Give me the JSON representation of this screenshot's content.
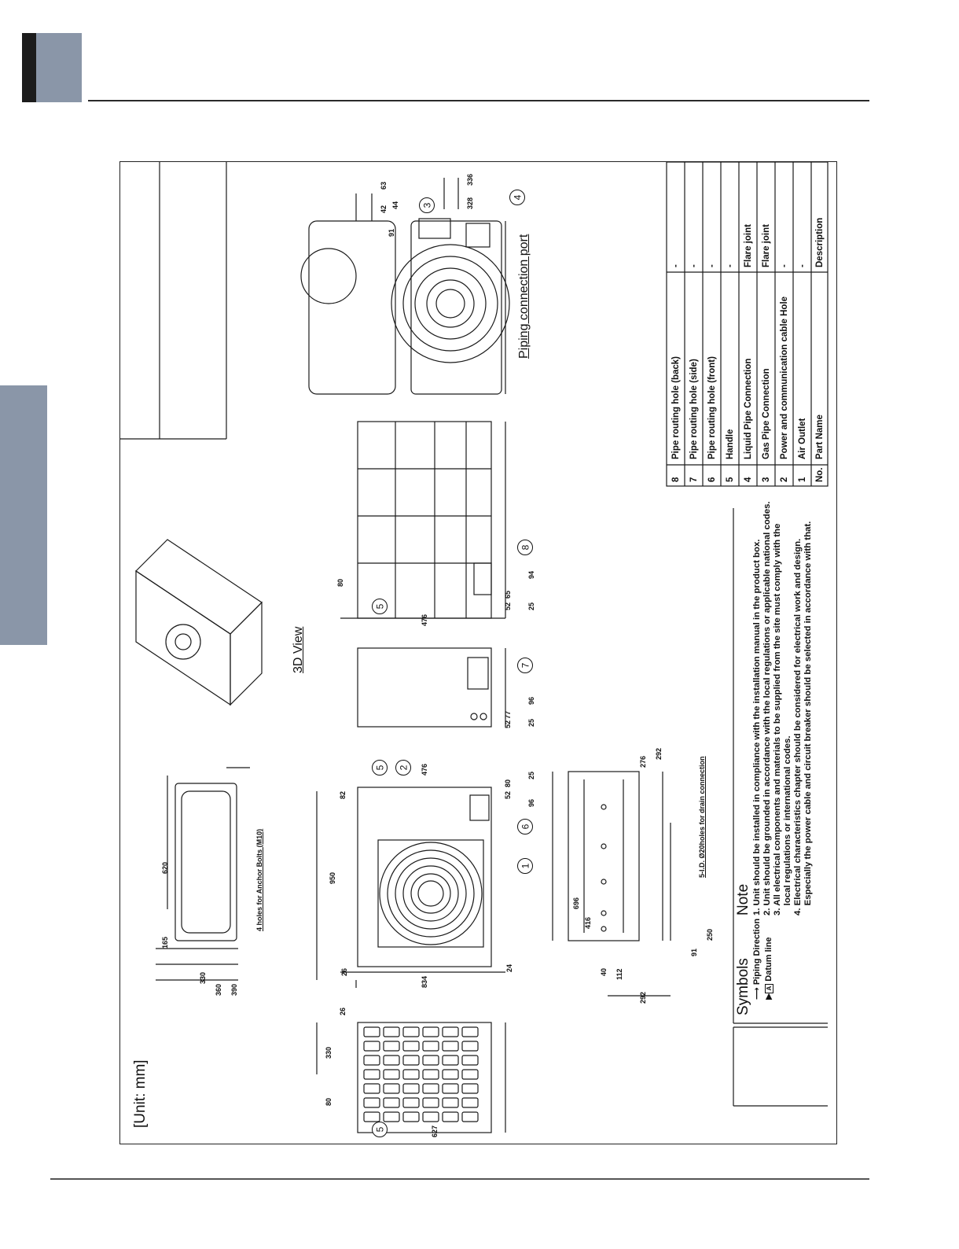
{
  "unit_label": "[Unit: mm]",
  "view_3d_label": "3D View",
  "piping_port_label": "Piping connection port",
  "anchor_bolts_label": "4 holes for Anchor Bolts (M10)",
  "drain_label": "5-I.D. Ø20holes for drain connection",
  "symbols": {
    "title": "Symbols",
    "piping_direction": "Piping Direction",
    "datum_line": "Datum line",
    "datum_letter": "A"
  },
  "note": {
    "title": "Note",
    "lines": [
      "1. Unit should be installed in compliance with the installation manual in the product box.",
      "2. Unit should be grounded in accordance with the local regulations or applicable national codes.",
      "3. All electrical components and materials to be supplied from the site must comply with the",
      "    local regulations or international codes.",
      "4. Electrical characteristics chapter should be considered for electrical work and design.",
      "    Especially the power cable and circuit breaker should be selected in accordance with that."
    ]
  },
  "parts_table": {
    "headers": [
      "No.",
      "Part Name",
      "Description"
    ],
    "rows": [
      [
        "8",
        "Pipe routing hole (back)",
        "-"
      ],
      [
        "7",
        "Pipe routing hole (side)",
        "-"
      ],
      [
        "6",
        "Pipe routing hole (front)",
        "-"
      ],
      [
        "5",
        "Handle",
        "-"
      ],
      [
        "4",
        "Liquid Pipe Connection",
        "Flare joint"
      ],
      [
        "3",
        "Gas Pipe Connection",
        "Flare joint"
      ],
      [
        "2",
        "Power and communication cable Hole",
        "-"
      ],
      [
        "1",
        "Air Outlet",
        "-"
      ]
    ]
  },
  "dimensions": {
    "top_view": [
      "390",
      "360",
      "330",
      "165",
      "620"
    ],
    "front_view": [
      "950",
      "834",
      "26",
      "24",
      "82",
      "476",
      "80",
      "52",
      "96",
      "25"
    ],
    "side_left": [
      "330",
      "80",
      "26",
      "627"
    ],
    "side_right": [
      "77",
      "52",
      "96",
      "25"
    ],
    "back_view": [
      "80",
      "476",
      "52",
      "65",
      "94",
      "25"
    ],
    "base_view": [
      "696",
      "416",
      "40",
      "112",
      "292",
      "91",
      "250",
      "276",
      "292"
    ],
    "piping_port": [
      "63",
      "44",
      "42",
      "91",
      "336",
      "328"
    ]
  },
  "callouts": [
    "1",
    "2",
    "3",
    "4",
    "5",
    "5",
    "5",
    "6",
    "7",
    "8"
  ]
}
